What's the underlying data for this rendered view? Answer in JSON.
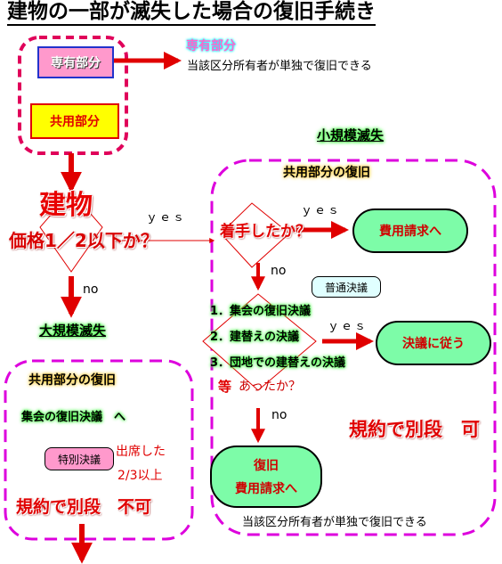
{
  "title": "建物の一部が滅失した場合の復旧手続き",
  "top": {
    "exclusive_box": "専有部分",
    "exclusive_label": "専有部分",
    "exclusive_note": "当該区分所有者が単独で復旧できる",
    "common_box": "共用部分"
  },
  "decision1": {
    "line1": "建物",
    "line2": "価格1／2以下か？",
    "yes": "ｙｅｓ",
    "no": "no"
  },
  "small": {
    "heading": "小規模滅失",
    "sub": "共用部分の復旧",
    "q1": "着手したか？",
    "yes1": "ｙｅｓ",
    "no1": "no",
    "result1": "費用請求へ",
    "bubble": "普通決議",
    "items": [
      "1．集会の復旧決議",
      "2．建替えの決議",
      "3．団地での建替えの決議"
    ],
    "q2_a": "等",
    "q2_b": "あったか？",
    "yes2": "ｙｅｓ",
    "result2": "決議に従う",
    "no2": "no",
    "rule": "規約で別段　可",
    "result3_a": "復旧",
    "result3_b": "費用請求へ",
    "footer": "当該区分所有者が単独で復旧できる"
  },
  "large": {
    "heading": "大規模滅失",
    "sub": "共用部分の復旧",
    "resolution": "集会の復旧決議　へ",
    "bubble": "特別決議",
    "attend": "出席した",
    "ratio": "2/3以上",
    "rule": "規約で別段　不可"
  },
  "colors": {
    "red": "#e00000",
    "magenta": "#dd00dd",
    "green_pill": "#7dfca8",
    "yellow": "#ffff00",
    "pink": "#ff99cc"
  }
}
